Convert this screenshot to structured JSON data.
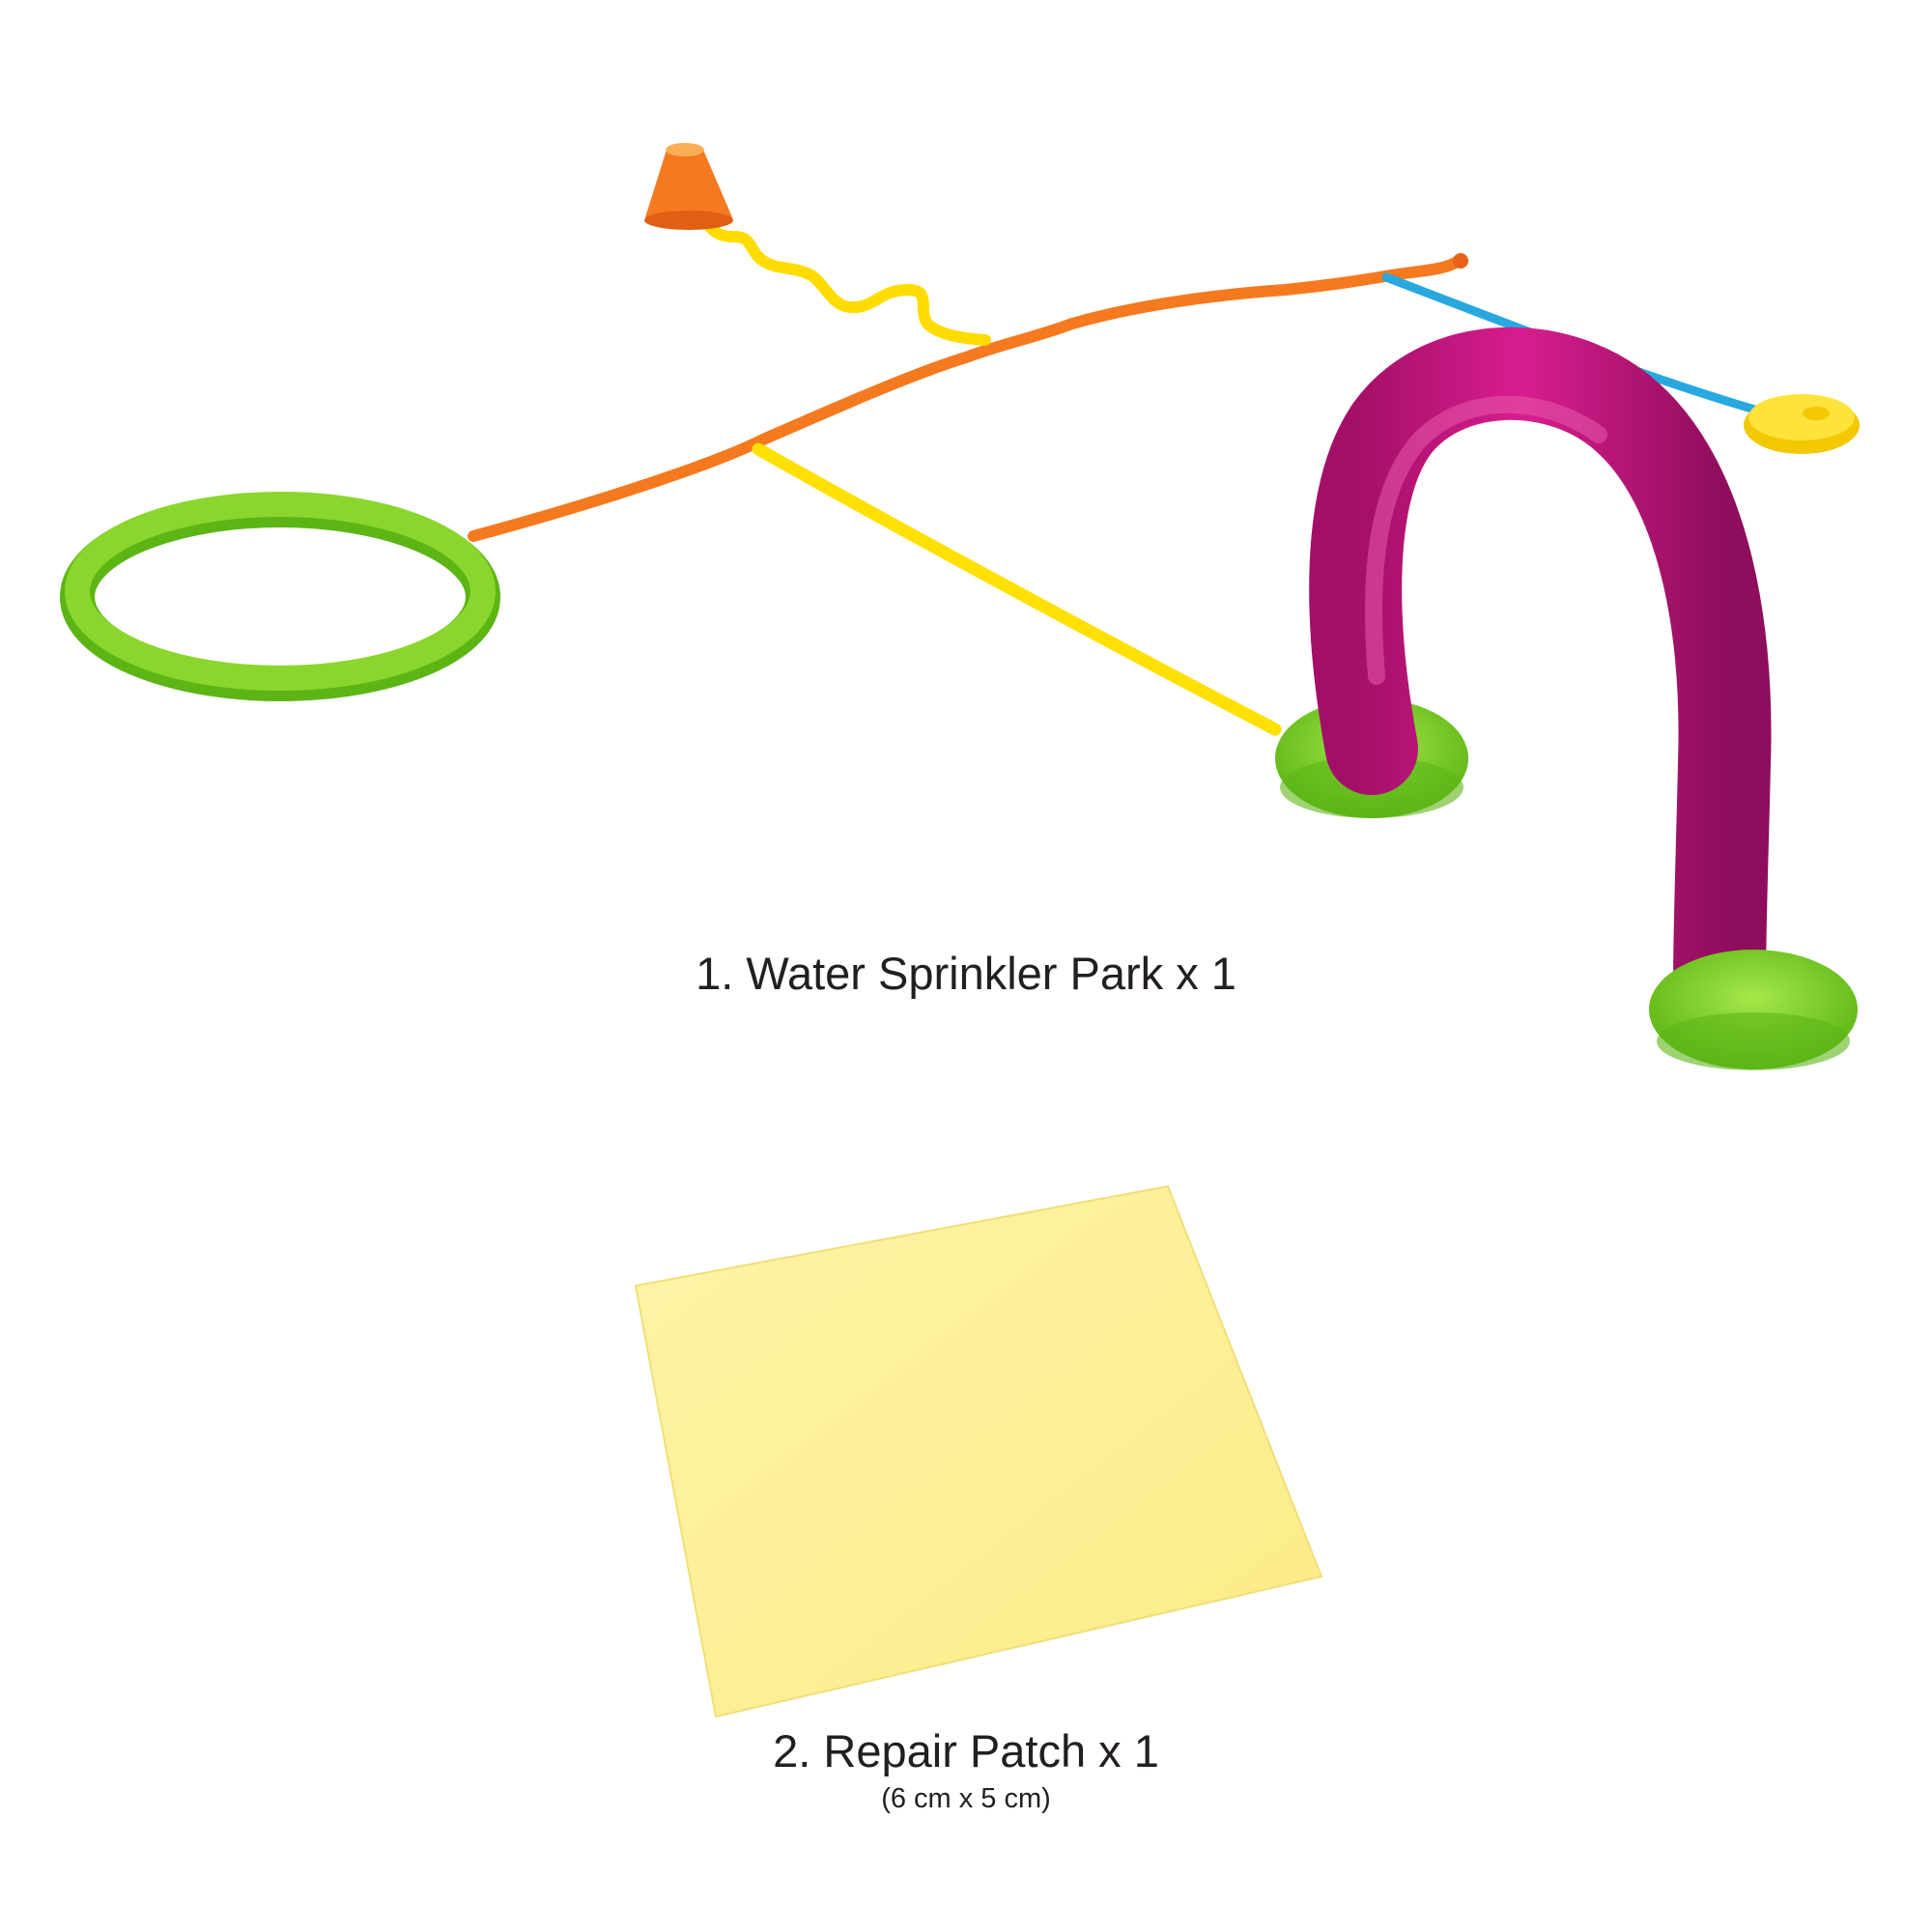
{
  "items": [
    {
      "label": "1. Water Sprinkler Park x 1"
    },
    {
      "label": "2. Repair Patch x 1",
      "dimensions": "(6 cm x 5 cm)"
    }
  ],
  "colors": {
    "orange_hose": "#f5791f",
    "yellow_hose": "#ffe000",
    "blue_hose": "#29a8e0",
    "green_ring": "#7cd321",
    "magenta_arch": "#c0127a",
    "patch": "#fdf29a"
  }
}
